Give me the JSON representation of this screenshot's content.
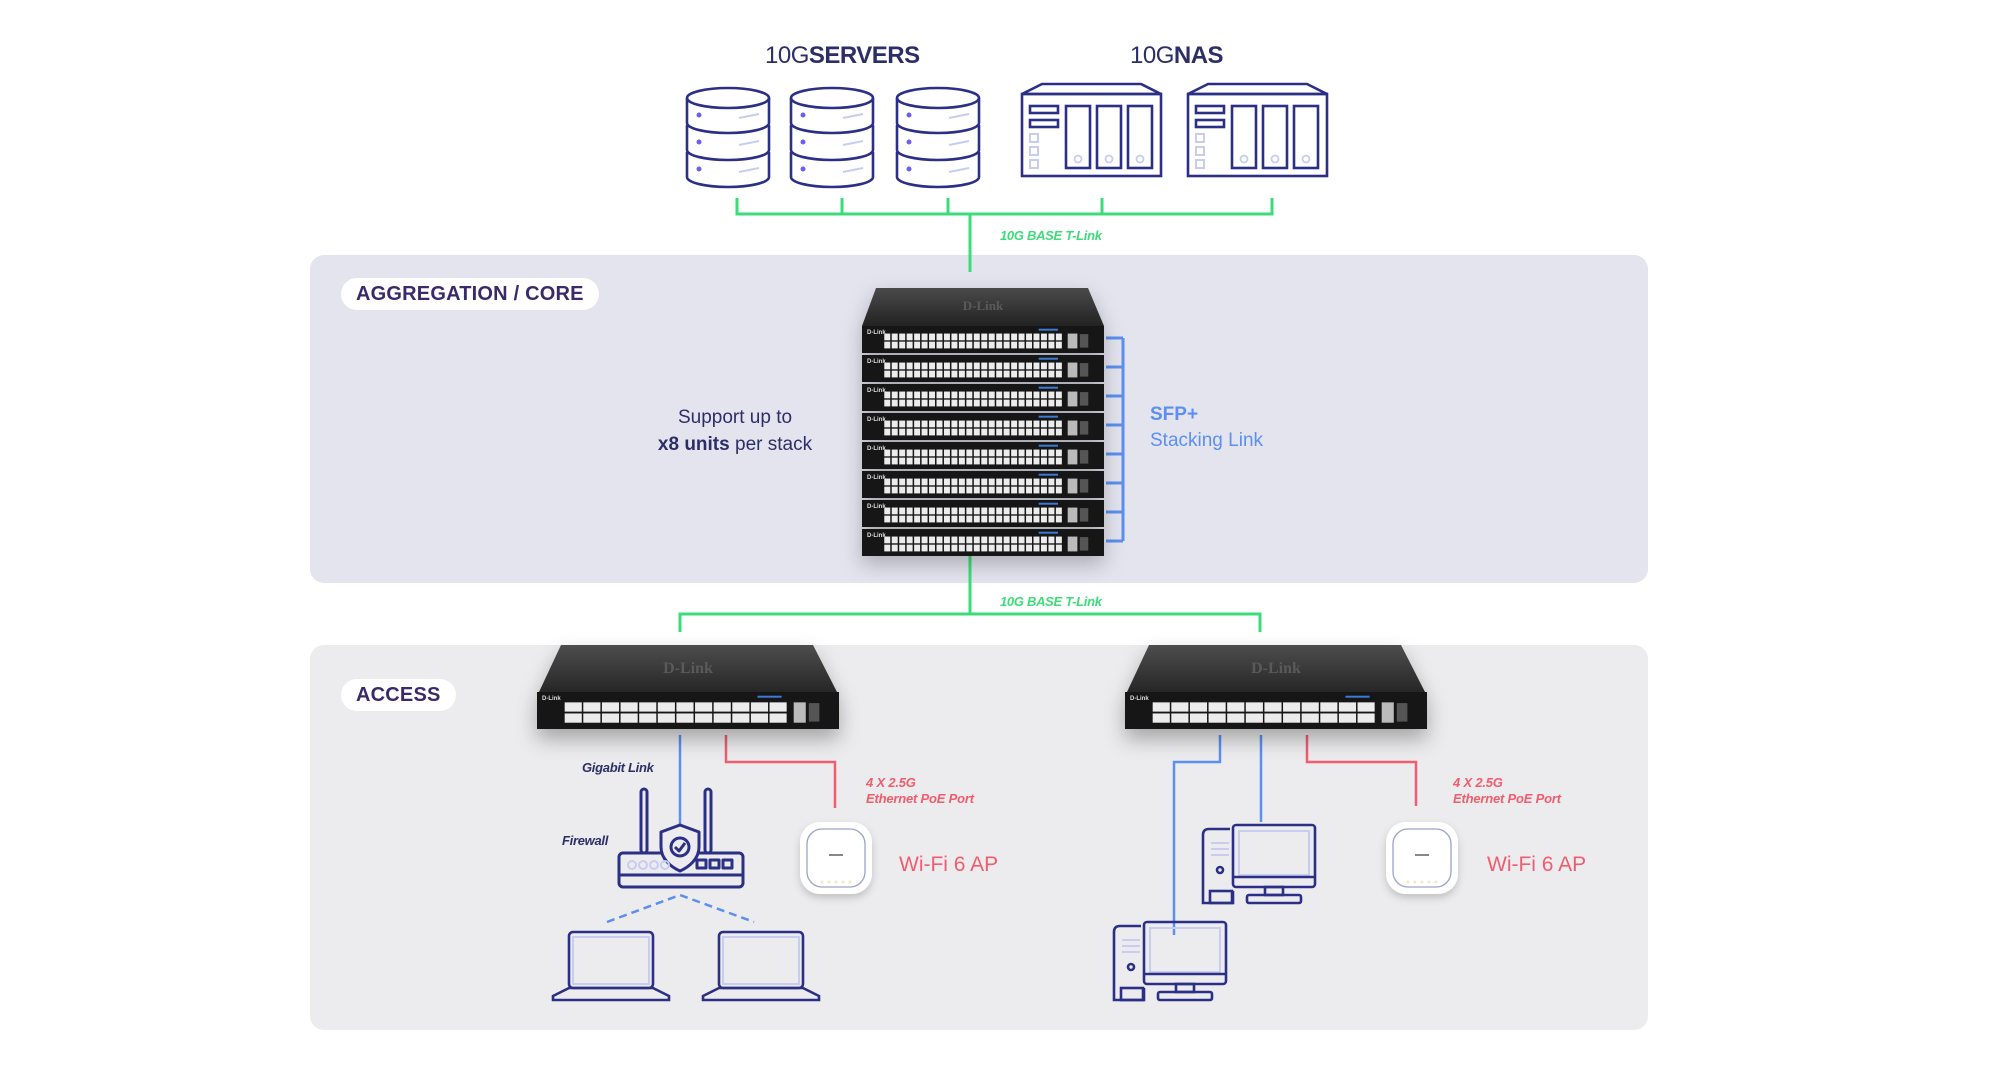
{
  "colors": {
    "navy": "#2b2f66",
    "pill_text": "#3a2a6b",
    "green_link": "#3ddc7a",
    "blue_link": "#5b8ff0",
    "red_link": "#ef5d6e",
    "agg_panel_bg": "#e4e4ef",
    "access_panel_bg": "#ececee"
  },
  "top": {
    "servers_title_prefix": "10G",
    "servers_title_bold": "SERVERS",
    "nas_title_prefix": "10G",
    "nas_title_bold": "NAS",
    "servers": [
      {
        "icon": "database-server-icon"
      },
      {
        "icon": "database-server-icon"
      },
      {
        "icon": "database-server-icon"
      }
    ],
    "nas_units": [
      {
        "icon": "nas-icon"
      },
      {
        "icon": "nas-icon"
      }
    ],
    "uplink_label": "10G BASE T-Link"
  },
  "aggregation": {
    "section_label": "AGGREGATION / CORE",
    "stack_units": 8,
    "support_line1": "Support up to",
    "support_bold": "x8 units",
    "support_rest": " per stack",
    "stacking_title": "SFP+",
    "stacking_subtitle": "Stacking Link",
    "downlink_label": "10G BASE T-Link",
    "switch_brand": "D-Link"
  },
  "access": {
    "section_label": "ACCESS",
    "left": {
      "switch_brand": "D-Link",
      "gigabit_label": "Gigabit Link",
      "firewall_label": "Firewall",
      "poe_line1": "4 X 2.5G",
      "poe_line2": "Ethernet PoE Port",
      "ap_label": "Wi-Fi 6 AP",
      "clients": [
        {
          "icon": "laptop-icon"
        },
        {
          "icon": "laptop-icon"
        }
      ]
    },
    "right": {
      "switch_brand": "D-Link",
      "poe_line1": "4 X 2.5G",
      "poe_line2": "Ethernet PoE Port",
      "ap_label": "Wi-Fi 6 AP",
      "clients": [
        {
          "icon": "desktop-computer-icon"
        },
        {
          "icon": "desktop-computer-icon"
        }
      ]
    }
  }
}
